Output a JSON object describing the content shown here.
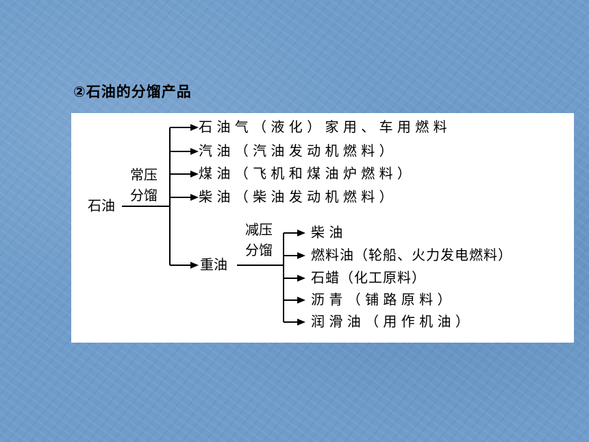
{
  "heading": "②石油的分馏产品",
  "diagram": {
    "root": "石油",
    "atmospheric": {
      "process_line1": "常压",
      "process_line2": "分馏",
      "products": [
        "石 油 气 （ 液 化 ） 家 用 、 车 用 燃 料",
        "汽 油 （ 汽 油 发 动 机 燃 料 ）",
        "煤 油 （ 飞 机 和 煤 油 炉 燃 料 ）",
        "柴 油 （ 柴 油 发 动 机 燃 料 ）",
        "重油"
      ]
    },
    "vacuum": {
      "process_line1": "减压",
      "process_line2": "分馏",
      "products": [
        "柴 油",
        "燃料油（轮船、火力发电燃料）",
        "石蜡（化工原料）",
        "沥 青 （ 铺 路 原 料 ）",
        "润 滑 油 （ 用 作 机 油 ）"
      ]
    }
  }
}
